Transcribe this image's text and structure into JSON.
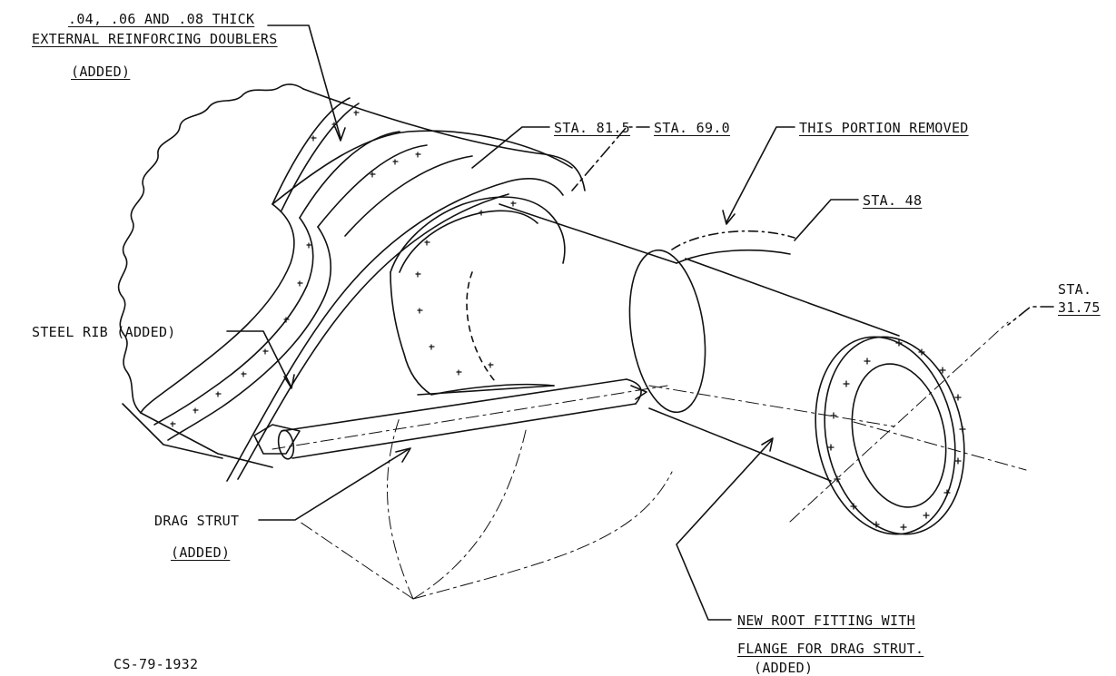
{
  "labels": {
    "doublers_line1": ".04, .06 AND .08 THICK",
    "doublers_line2": "EXTERNAL REINFORCING DOUBLERS",
    "doublers_line3": "(ADDED)",
    "sta_815": "STA. 81.5",
    "sta_690": "STA. 69.0",
    "portion_removed": "THIS PORTION REMOVED",
    "sta_48": "STA. 48",
    "sta_3175_line1": "STA.",
    "sta_3175_line2": "31.75",
    "steel_rib": "STEEL RIB (ADDED)",
    "drag_strut_line1": "DRAG STRUT",
    "drag_strut_line2": "(ADDED)",
    "root_fitting_line1": "NEW ROOT FITTING WITH",
    "root_fitting_line2": "FLANGE FOR DRAG STRUT.",
    "root_fitting_line3": "(ADDED)",
    "figure_id": "CS-79-1932"
  },
  "colors": {
    "ink": "#111111",
    "background": "#ffffff"
  }
}
